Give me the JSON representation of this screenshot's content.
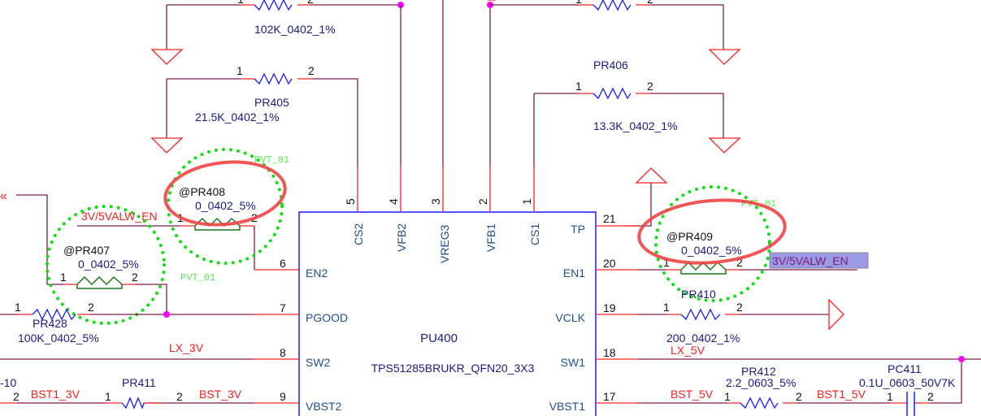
{
  "chip": {
    "ref": "PU400",
    "part": "TPS51285BRUKR_QFN20_3X3",
    "top_pins": [
      {
        "num": "5",
        "name": "CS2"
      },
      {
        "num": "4",
        "name": "VFB2"
      },
      {
        "num": "3",
        "name": "VREG3"
      },
      {
        "num": "2",
        "name": "VFB1"
      },
      {
        "num": "1",
        "name": "CS1"
      }
    ],
    "left_pins": [
      {
        "num": "6",
        "name": "EN2"
      },
      {
        "num": "7",
        "name": "PGOOD"
      },
      {
        "num": "8",
        "name": "SW2"
      },
      {
        "num": "9",
        "name": "VBST2"
      }
    ],
    "right_pins": [
      {
        "num": "21",
        "name": "TP"
      },
      {
        "num": "20",
        "name": "EN1"
      },
      {
        "num": "19",
        "name": "VCLK"
      },
      {
        "num": "18",
        "name": "SW1"
      },
      {
        "num": "17",
        "name": "VBST1"
      }
    ]
  },
  "components": {
    "r_top_left": {
      "value": "102K_0402_1%",
      "p1": "1",
      "p2": "2"
    },
    "r_top_right": {
      "p1": "1",
      "p2": "2"
    },
    "pr405": {
      "ref": "PR405",
      "value": "21.5K_0402_1%",
      "p1": "1",
      "p2": "2"
    },
    "pr406": {
      "ref": "PR406",
      "value": "13.3K_0402_1%",
      "p1": "1",
      "p2": "2"
    },
    "pr408": {
      "ref": "@PR408",
      "value": "0_0402_5%",
      "p1": "1",
      "p2": "2",
      "tag": "PVT_01"
    },
    "pr407": {
      "ref": "@PR407",
      "value": "0_0402_5%",
      "p1": "1",
      "p2": "2",
      "tag": "PVT_01"
    },
    "pr409": {
      "ref": "@PR409",
      "value": "0_0402_5%",
      "p1": "1",
      "p2": "2",
      "tag": "PVT_01"
    },
    "pr428": {
      "ref": "PR428",
      "value": "100K_0402_5%",
      "p1": "1",
      "p2": "2"
    },
    "pr410": {
      "ref": "PR410",
      "value": "200_0402_1%",
      "p1": "1",
      "p2": "2"
    },
    "pr411": {
      "ref": "PR411",
      "p1": "1",
      "p2": "2"
    },
    "pr412": {
      "ref": "PR412",
      "value": "2.2_0603_5%",
      "p1": "1",
      "p2": "2"
    },
    "pc411": {
      "ref": "PC411",
      "value": "0.1U_0603_50V7K",
      "p1": "1",
      "p2": "2"
    },
    "left_cut": {
      "ref": "-10",
      "p2": "2"
    }
  },
  "nets": {
    "en_left": "3V/5VALW_EN",
    "en_right": "3V/5VALW_EN",
    "lx3": "LX_3V",
    "lx5": "LX_5V",
    "bst1_3v": "BST1_3V",
    "bst_3v": "BST_3V",
    "bst_5v": "BST_5V",
    "bst1_5v": "BST1_5V"
  },
  "colors": {
    "wire": "#7a1e4e",
    "pin_stub": "#ff2020",
    "chip_outline": "#1a1aff",
    "highlight": "#9a9ae6",
    "annotation": "#ee4444",
    "pvt_dots": "#10e010"
  }
}
